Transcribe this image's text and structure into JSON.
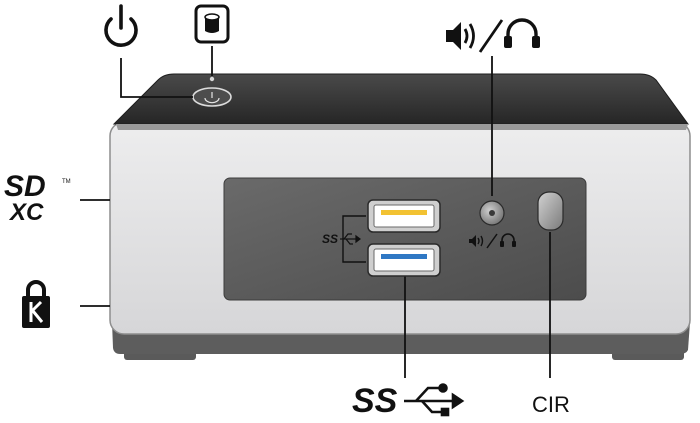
{
  "labels": {
    "cir": "CIR",
    "sd_brand": "SD",
    "sd_xc": "XC",
    "sd_trademark": "TM",
    "usb_front_small": "SS",
    "usb_bottom": "SS"
  },
  "icons": {
    "power": "power-icon",
    "storage_activity": "hard-drive-icon",
    "speaker": "speaker-icon",
    "headphone": "headphone-icon",
    "usb_trident": "usb-trident-icon",
    "kensington_lock": "kensington-lock-icon"
  },
  "colors": {
    "usb_top_insert": "#f2c232",
    "usb_bottom_insert": "#2f78c4",
    "chassis_top": "#3a3a3a",
    "chassis_front": "#e1e1e3",
    "front_panel": "#5c5c5c",
    "base": "#5a5a5a"
  }
}
